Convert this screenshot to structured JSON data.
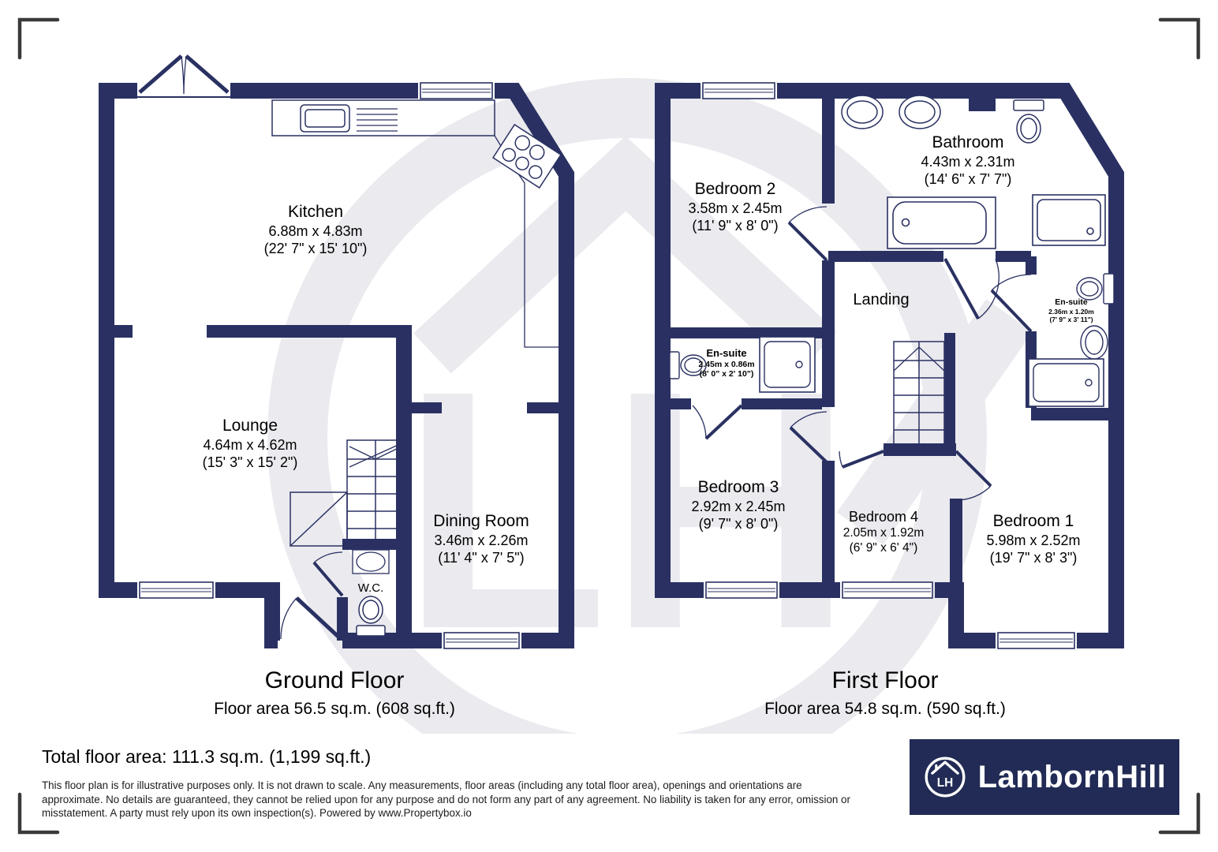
{
  "ground_floor": {
    "title": "Ground Floor",
    "area": "Floor area 56.5 sq.m. (608 sq.ft.)",
    "rooms": [
      {
        "name": "Kitchen",
        "dim_m": "6.88m x 4.83m",
        "dim_ft": "(22' 7\" x 15' 10\")"
      },
      {
        "name": "Lounge",
        "dim_m": "4.64m x 4.62m",
        "dim_ft": "(15' 3\" x 15' 2\")"
      },
      {
        "name": "Dining Room",
        "dim_m": "3.46m x 2.26m",
        "dim_ft": "(11' 4\" x 7' 5\")"
      },
      {
        "name": "W.C."
      }
    ]
  },
  "first_floor": {
    "title": "First Floor",
    "area": "Floor area 54.8 sq.m. (590 sq.ft.)",
    "rooms": [
      {
        "name": "Bedroom 2",
        "dim_m": "3.58m x 2.45m",
        "dim_ft": "(11' 9\" x 8' 0\")"
      },
      {
        "name": "Bathroom",
        "dim_m": "4.43m x 2.31m",
        "dim_ft": "(14' 6\" x 7' 7\")"
      },
      {
        "name": "Landing"
      },
      {
        "name": "En-suite",
        "dim_m": "2.45m x 0.86m",
        "dim_ft": "(8' 0\" x 2' 10\")"
      },
      {
        "name": "En-suite",
        "dim_m": "2.36m x 1.20m",
        "dim_ft": "(7' 9\" x 3' 11\")"
      },
      {
        "name": "Bedroom 3",
        "dim_m": "2.92m x 2.45m",
        "dim_ft": "(9' 7\" x 8' 0\")"
      },
      {
        "name": "Bedroom 4",
        "dim_m": "2.05m x 1.92m",
        "dim_ft": "(6' 9\" x 6' 4\")"
      },
      {
        "name": "Bedroom 1",
        "dim_m": "5.98m x 2.52m",
        "dim_ft": "(19' 7\" x 8' 3\")"
      }
    ]
  },
  "summary": {
    "total": "Total floor area: 111.3 sq.m. (1,199 sq.ft.)",
    "disclaimer": "This floor plan is for illustrative purposes only. It is not drawn to scale. Any measurements, floor areas (including any total floor area), openings and orientations are approximate. No details are guaranteed, they cannot be relied upon for any purpose and do not form any part of any agreement. No liability is taken for any error, omission or misstatement. A party must rely upon its own inspection(s). Powered by www.Propertybox.io"
  },
  "branding": {
    "wordmark": "LambornHill",
    "monogram": "LH"
  },
  "colors": {
    "wall": "#2a3162",
    "watermark": "#eaeaef",
    "logo_background": "#212b55",
    "corner_marks": "#3a3a3a"
  }
}
